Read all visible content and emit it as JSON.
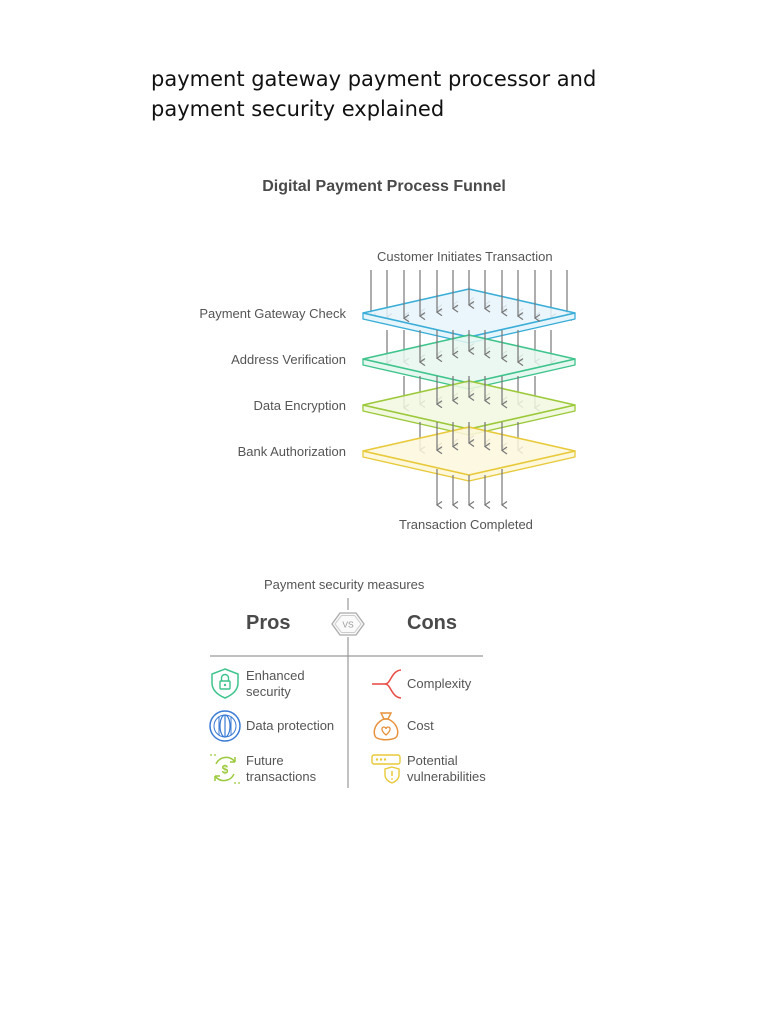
{
  "page_title": "payment gateway payment processor and payment security explained",
  "funnel": {
    "title": "Digital Payment Process Funnel",
    "top_label": "Customer Initiates Transaction",
    "bottom_label": "Transaction Completed",
    "stages": [
      {
        "label": "Payment Gateway Check",
        "color": "#3aaed8",
        "fill": "#e6f5fb"
      },
      {
        "label": "Address Verification",
        "color": "#3ec48c",
        "fill": "#e6f7ef"
      },
      {
        "label": "Data Encryption",
        "color": "#9cc93a",
        "fill": "#f1f8e0"
      },
      {
        "label": "Bank Authorization",
        "color": "#e8c93a",
        "fill": "#fdf7dc"
      }
    ]
  },
  "comparison": {
    "caption": "Payment security measures",
    "vs_label": "VS",
    "pros_title": "Pros",
    "cons_title": "Cons",
    "pros": [
      {
        "label": "Enhanced security",
        "icon": "shield-lock-icon",
        "color": "#3ec48c"
      },
      {
        "label": "Data protection",
        "icon": "globe-icon",
        "color": "#3a7bd5"
      },
      {
        "label": "Future transactions",
        "icon": "dollar-cycle-icon",
        "color": "#9cc93a"
      }
    ],
    "cons": [
      {
        "label": "Complexity",
        "icon": "fork-icon",
        "color": "#e8504a"
      },
      {
        "label": "Cost",
        "icon": "money-bag-icon",
        "color": "#e8913a"
      },
      {
        "label": "Potential vulnerabilities",
        "icon": "password-warning-icon",
        "color": "#e8c93a"
      }
    ]
  }
}
